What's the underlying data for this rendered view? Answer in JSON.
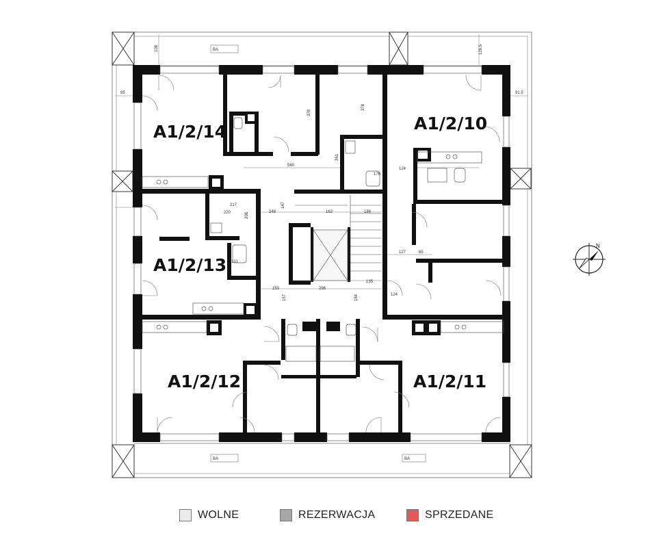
{
  "floorplan": {
    "units": [
      {
        "id": "A1/2/14",
        "status": "wolne"
      },
      {
        "id": "A1/2/13",
        "status": "wolne"
      },
      {
        "id": "A1/2/12",
        "status": "wolne"
      },
      {
        "id": "A1/2/11",
        "status": "wolne"
      },
      {
        "id": "A1/2/10",
        "status": "wolne"
      }
    ],
    "dimensions": [
      "378",
      "560",
      "261",
      "378",
      "176",
      "124",
      "217",
      "220",
      "248",
      "147",
      "162",
      "186",
      "135",
      "296",
      "153",
      "157",
      "184",
      "127",
      "65",
      "124",
      "131",
      "206",
      "91.5",
      "85",
      "108",
      "126.5"
    ],
    "balcony_tags": {
      "top": "BA",
      "bottom_left": "BA",
      "bottom_right": "BA"
    },
    "compass_label": "N"
  },
  "legend": [
    {
      "label": "WOLNE",
      "color": "#ebebe9",
      "key": "wolne"
    },
    {
      "label": "REZERWACJA",
      "color": "#a7a7a7",
      "key": "rezerwacja"
    },
    {
      "label": "SPRZEDANE",
      "color": "#e05a5a",
      "key": "sprzedane"
    }
  ]
}
